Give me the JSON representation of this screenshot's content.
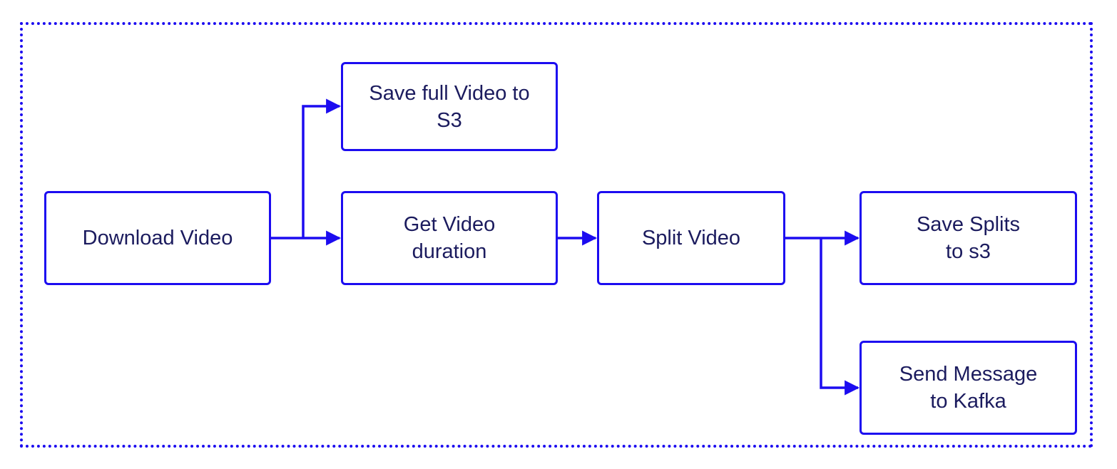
{
  "diagram": {
    "accent_color": "#1c0cf0",
    "text_color": "#1b1b5e",
    "nodes": {
      "download_video": "Download Video",
      "save_full_video": "Save full Video to\nS3",
      "get_video_duration": "Get Video\nduration",
      "split_video": "Split Video",
      "save_splits": "Save Splits\nto s3",
      "send_message": "Send Message\nto Kafka"
    }
  }
}
